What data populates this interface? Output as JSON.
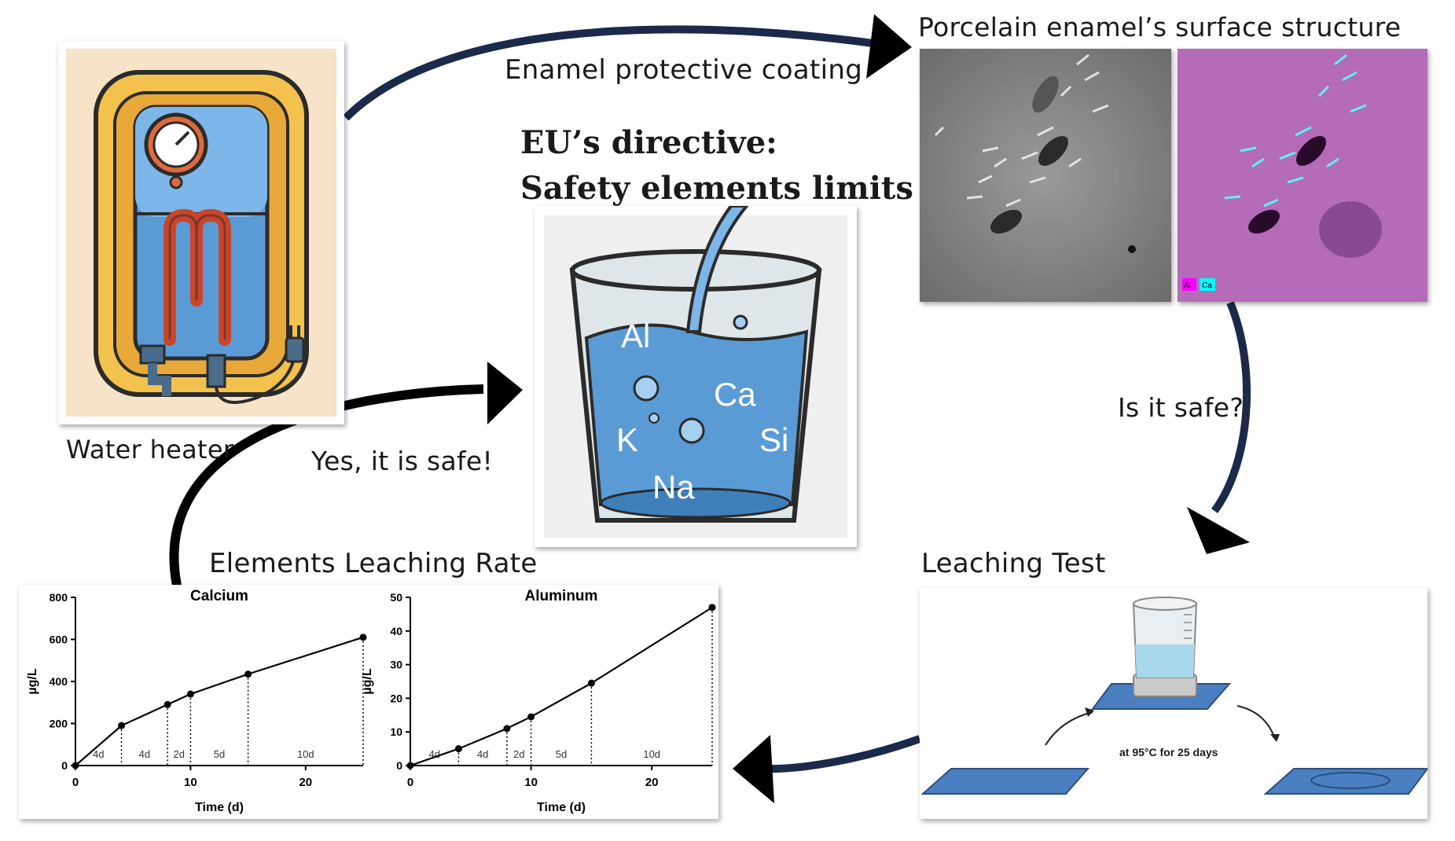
{
  "labels": {
    "coating_arrow": "Enamel protective coating",
    "surface_title": "Porcelain enamel’s surface structure",
    "directive_line1": "EU’s directive:",
    "directive_line2": "Safety elements limits",
    "water_heater": "Water heater",
    "is_safe": "Is it safe?",
    "yes_safe": "Yes, it is safe!",
    "leaching_rate": "Elements Leaching Rate",
    "leaching_test": "Leaching Test",
    "test_condition": "at 95°C for 25 days"
  },
  "glass_elements": [
    "Al",
    "Ca",
    "K",
    "Si",
    "Na"
  ],
  "sem_legend": [
    "Al",
    "Ca"
  ],
  "colors": {
    "arrow": "#1b2a4a",
    "arrow_black": "#000000",
    "water": "#5b9bd5",
    "plate": "#4a7fc1",
    "heater_body": "#f2c14e",
    "al_map": "#ff00ff",
    "ca_map": "#00ffff"
  },
  "chart_data": [
    {
      "type": "line",
      "title": "Calcium",
      "xlabel": "Time (d)",
      "ylabel": "µg/L",
      "x": [
        0,
        4,
        8,
        10,
        15,
        25
      ],
      "y": [
        0,
        190,
        290,
        340,
        435,
        610
      ],
      "xlim": [
        0,
        25
      ],
      "ylim": [
        0,
        800
      ],
      "xticks": [
        0,
        10,
        20
      ],
      "yticks": [
        0,
        200,
        400,
        600,
        800
      ],
      "intervals": [
        "4d",
        "4d",
        "2d",
        "5d",
        "10d"
      ]
    },
    {
      "type": "line",
      "title": "Aluminum",
      "xlabel": "Time (d)",
      "ylabel": "µg/L",
      "x": [
        0,
        4,
        8,
        10,
        15,
        25
      ],
      "y": [
        0,
        5,
        11,
        14.5,
        24.5,
        47
      ],
      "xlim": [
        0,
        25
      ],
      "ylim": [
        0,
        50
      ],
      "xticks": [
        0,
        10,
        20
      ],
      "yticks": [
        0,
        10,
        20,
        30,
        40,
        50
      ],
      "intervals": [
        "4d",
        "4d",
        "2d",
        "5d",
        "10d"
      ]
    }
  ]
}
